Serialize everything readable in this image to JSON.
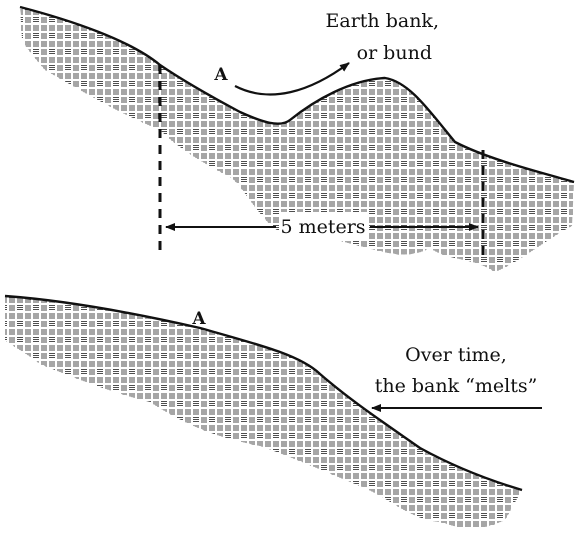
{
  "top_panel": {
    "point_label": "A",
    "bank_label_line1": "Earth bank,",
    "bank_label_line2": "or bund",
    "distance_label": "5 meters"
  },
  "bottom_panel": {
    "point_label": "A",
    "caption_line1": "Over time,",
    "caption_line2": "the bank “melts”"
  },
  "colors": {
    "ink": "#111111",
    "soil_hatch": "#3a3a3a",
    "background": "#ffffff"
  }
}
